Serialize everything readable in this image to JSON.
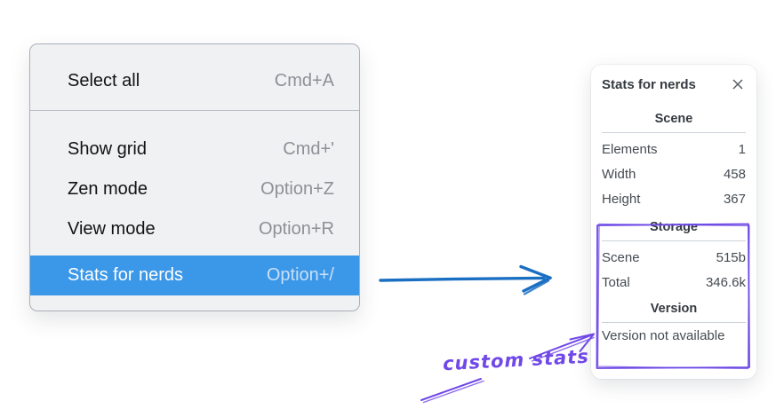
{
  "context_menu": {
    "items": [
      {
        "label": "Select all",
        "shortcut": "Cmd+A"
      },
      {
        "label": "Show grid",
        "shortcut": "Cmd+'"
      },
      {
        "label": "Zen mode",
        "shortcut": "Option+Z"
      },
      {
        "label": "View mode",
        "shortcut": "Option+R"
      },
      {
        "label": "Stats for nerds",
        "shortcut": "Option+/"
      }
    ],
    "highlighted_item": "Stats for nerds",
    "highlight_color": "#3b97e8"
  },
  "stats_panel": {
    "title": "Stats for nerds",
    "sections": [
      {
        "heading": "Scene",
        "rows": [
          {
            "label": "Elements",
            "value": "1"
          },
          {
            "label": "Width",
            "value": "458"
          },
          {
            "label": "Height",
            "value": "367"
          }
        ]
      },
      {
        "heading": "Storage",
        "rows": [
          {
            "label": "Scene",
            "value": "515b"
          },
          {
            "label": "Total",
            "value": "346.6k"
          }
        ]
      },
      {
        "heading": "Version",
        "note": "Version not available"
      }
    ]
  },
  "annotation": {
    "label": "custom stats",
    "color": "#7048e8"
  },
  "colors": {
    "arrow_blue": "#1b6fc2",
    "annotation_purple": "#7048e8",
    "sketch_box_purple": "#6c47e5"
  }
}
